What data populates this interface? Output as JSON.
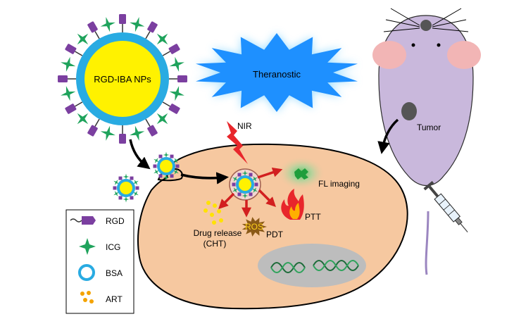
{
  "labels": {
    "nanoparticle": "RGD-IBA NPs",
    "theranostic": "Theranostic",
    "nir": "NIR",
    "tumor": "Tumor",
    "fl_imaging": "FL imaging",
    "ptt": "PTT",
    "ros": "ROS",
    "pdt": "PDT",
    "drug_release_line1": "Drug release",
    "drug_release_line2": "(CHT)"
  },
  "legend": [
    {
      "icon": "rgd-peptide-icon",
      "label": "RGD"
    },
    {
      "icon": "icg-star-icon",
      "label": "ICG"
    },
    {
      "icon": "bsa-ring-icon",
      "label": "BSA"
    },
    {
      "icon": "art-dots-icon",
      "label": "ART"
    }
  ],
  "colors": {
    "core_yellow": "#FFF200",
    "bsa_blue": "#29ABE2",
    "rgd_purple": "#7B3FA0",
    "icg_green": "#1FA35C",
    "cell_fill": "#F6C8A0",
    "mouse_body": "#C9B8DC",
    "mouse_ear": "#F2B5B5",
    "nucleus_gray": "#BDBDBD",
    "arrow_red": "#D21F1F",
    "burst_blue": "#1E90FF"
  }
}
